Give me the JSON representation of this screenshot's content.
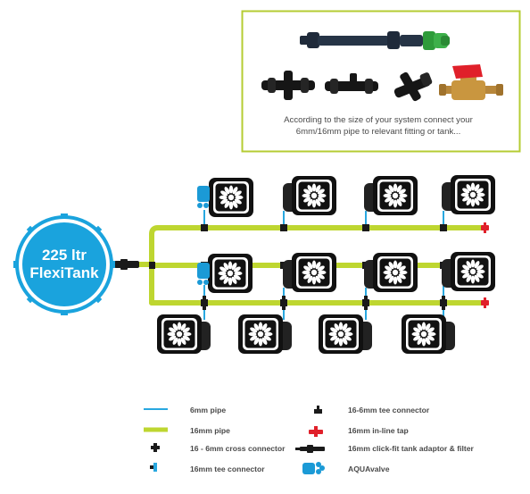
{
  "colors": {
    "pipe_6mm": "#29a8e0",
    "pipe_16mm": "#bed630",
    "tank_blue": "#1aa3dd",
    "fitting_black": "#1a1a1a",
    "frame_green": "#b5cc33",
    "tap_red": "#e0202a",
    "aquavalve_blue": "#1b9ad6"
  },
  "fittings_box": {
    "note_line1": "According to the size of your system connect your",
    "note_line2": "6mm/16mm pipe to relevant fitting or tank..."
  },
  "tank": {
    "line1": "225 ltr",
    "line2": "FlexiTank"
  },
  "legend": [
    {
      "icon": "6mm-pipe-icon",
      "label": "6mm pipe"
    },
    {
      "icon": "16mm-pipe-icon",
      "label": "16mm pipe"
    },
    {
      "icon": "cross-connector-icon",
      "label": "16 - 6mm cross connector"
    },
    {
      "icon": "tee-connector-16mm-icon",
      "label": "16mm tee connector"
    },
    {
      "icon": "tee-connector-16-6mm-icon",
      "label": "16-6mm tee connector"
    },
    {
      "icon": "inline-tap-icon",
      "label": "16mm in-line tap"
    },
    {
      "icon": "tank-adaptor-filter-icon",
      "label": "16mm click-fit tank adaptor & filter"
    },
    {
      "icon": "aquavalve-icon",
      "label": "AQUAvalve"
    }
  ]
}
